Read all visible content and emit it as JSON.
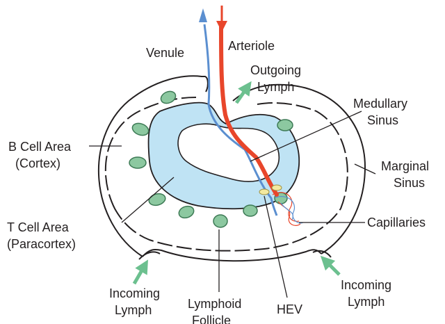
{
  "labels": {
    "venule": "Venule",
    "arteriole": "Arteriole",
    "outgoing_lymph": [
      "Outgoing",
      "Lymph"
    ],
    "medullary_sinus": [
      "Medullary",
      "Sinus"
    ],
    "b_cell_area": [
      "B Cell Area",
      "(Cortex)"
    ],
    "marginal_sinus": [
      "Marginal",
      "Sinus"
    ],
    "t_cell_area": [
      "T Cell Area",
      "(Paracortex)"
    ],
    "capillaries": "Capillaries",
    "incoming_lymph_left": [
      "Incoming",
      "Lymph"
    ],
    "lymphoid_follicle": [
      "Lymphoid",
      "Follicle"
    ],
    "hev": "HEV",
    "incoming_lymph_right": [
      "Incoming",
      "Lymph"
    ]
  },
  "colors": {
    "outline": "#231f20",
    "paracortex_fill": "#bfe3f4",
    "follicle_fill": "#8cc8a0",
    "follicle_stroke": "#3d7a55",
    "arteriole": "#e8462b",
    "venule": "#5b8fd0",
    "lymph_arrow": "#6cc08f",
    "hev_fill": "#f3e9a0"
  },
  "icons": {
    "arrow_lymph": "arrow-icon",
    "arrow_blood": "arrow-icon"
  }
}
